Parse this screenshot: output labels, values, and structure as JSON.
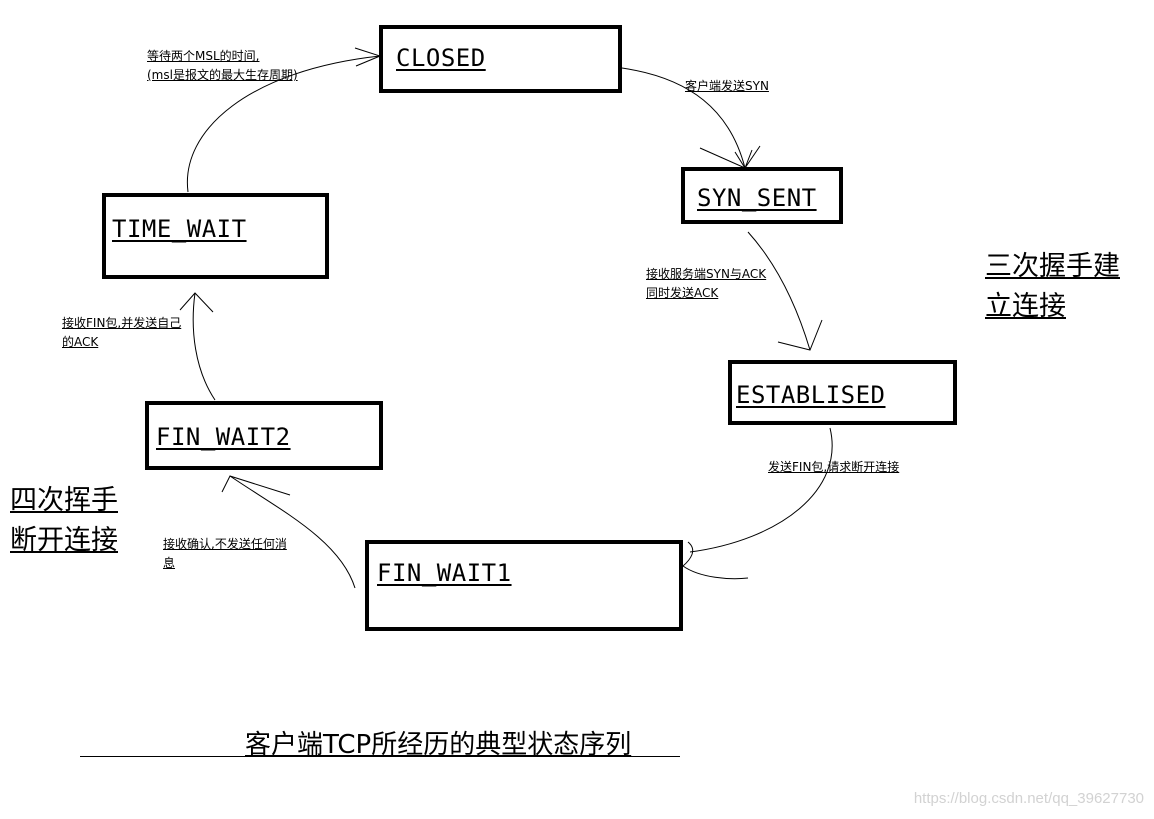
{
  "states": {
    "closed": "CLOSED",
    "syn_sent": "SYN_SENT",
    "established": "ESTABLISED",
    "fin_wait1": "FIN_WAIT1",
    "fin_wait2": "FIN_WAIT2",
    "time_wait": "TIME_WAIT"
  },
  "transitions": {
    "closed_to_syn_sent": "客户端发送SYN",
    "syn_sent_to_established": [
      "接收服务端SYN与ACK",
      "同时发送ACK"
    ],
    "established_to_fin_wait1": "发送FIN包,请求断开连接",
    "fin_wait1_to_fin_wait2": [
      "接收确认,不发送任何消",
      "息"
    ],
    "fin_wait2_to_time_wait": [
      "接收FIN包,并发送自己",
      "的ACK"
    ],
    "time_wait_to_closed": [
      "等待两个MSL的时间,",
      "(msl是报文的最大生存周期)"
    ]
  },
  "labels": {
    "handshake": [
      "三次握手建",
      "立连接"
    ],
    "teardown": [
      "四次挥手",
      "断开连接"
    ]
  },
  "caption": "客户端TCP所经历的典型状态序列",
  "watermark": "https://blog.csdn.net/qq_39627730"
}
